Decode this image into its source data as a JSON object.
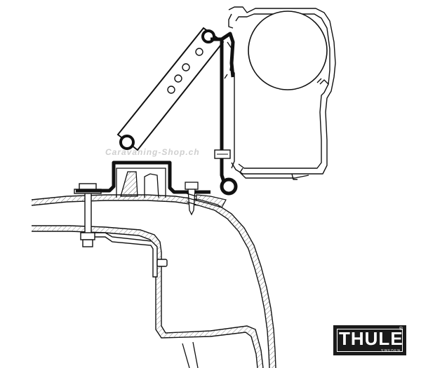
{
  "diagram": {
    "watermark_text": "Caravaning-Shop.ch",
    "brand": {
      "name": "THULE",
      "trademark": "®",
      "origin": "SWEDEN"
    },
    "colors": {
      "line": "#111111",
      "hatch": "#666666",
      "logo_bg": "#1a1a1a",
      "logo_text": "#ffffff",
      "watermark": "#cfcfcf"
    }
  }
}
